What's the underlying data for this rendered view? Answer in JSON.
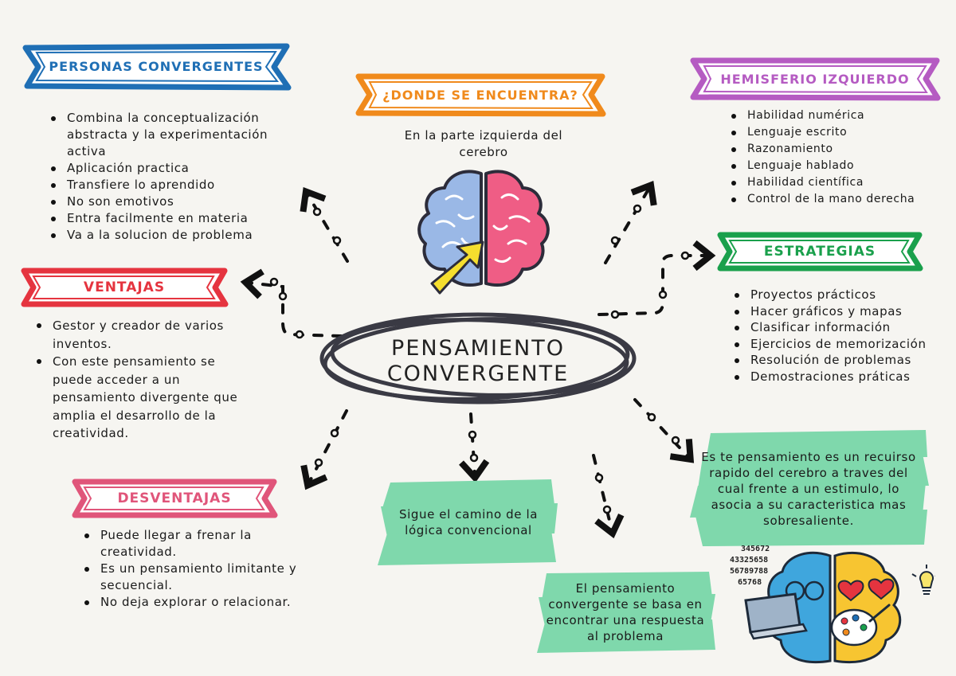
{
  "center": {
    "line1": "PENSAMIENTO",
    "line2": "CONVERGENTE"
  },
  "personas": {
    "title": "PERSONAS CONVERGENTES",
    "items": [
      "Combina la conceptualización abstracta y la experimentación activa",
      "Aplicación practica",
      "Transfiere lo aprendido",
      "No son emotivos",
      "Entra facilmente en materia",
      "Va a la solucion de problema"
    ]
  },
  "donde": {
    "title": "¿DONDE SE ENCUENTRA?",
    "text_line1": "En la parte izquierda del",
    "text_line2": "cerebro"
  },
  "hemisferio": {
    "title": "HEMISFERIO IZQUIERDO",
    "items": [
      "Habilidad numérica",
      "Lenguaje escrito",
      "Razonamiento",
      "Lenguaje hablado",
      "Habilidad científica",
      "Control de la mano derecha"
    ]
  },
  "ventajas": {
    "title": "VENTAJAS",
    "items": [
      "Gestor y creador de varios inventos.",
      "Con este pensamiento se puede acceder a un pensamiento divergente que amplia el desarrollo de la creatividad."
    ]
  },
  "estrategias": {
    "title": "ESTRATEGIAS",
    "items": [
      "Proyectos prácticos",
      "Hacer gráficos y mapas",
      "Clasificar información",
      "Ejercicios de memorización",
      "Resolución de problemas",
      "Demostraciones práticas"
    ]
  },
  "desventajas": {
    "title": "DESVENTAJAS",
    "items": [
      "Puede llegar a frenar la creatividad.",
      "Es un pensamiento limitante y secuencial.",
      "No deja explorar o relacionar."
    ]
  },
  "notes": {
    "camino": "Sigue el camino de la lógica convencional",
    "basa": "El pensamiento convergente se basa en encontrar una respuesta al problema",
    "recurso": "Es te pensamiento es un recuirso rapido del cerebro a traves del cual frente a un estimulo, lo asocia a su caracteristica mas sobresaliente."
  },
  "colors": {
    "blue": "#1f6fb5",
    "orange": "#f08a1c",
    "purple": "#b55bc2",
    "red": "#e5343f",
    "green": "#1aa04c",
    "pink": "#e0557a",
    "mint": "#7fd8ac",
    "ink": "#1a1a1a"
  }
}
